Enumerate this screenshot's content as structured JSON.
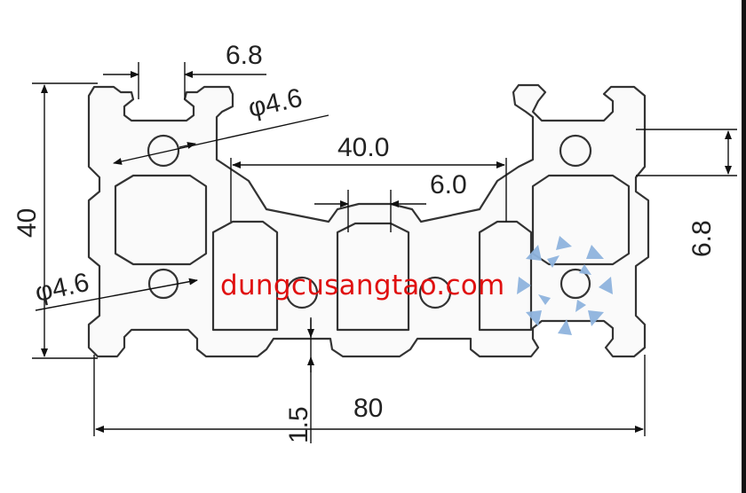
{
  "dimensions": {
    "slot_width_top": "6.8",
    "hole_dia_top": "φ4.6",
    "hole_dia_left": "φ4.6",
    "center_distance": "40.0",
    "slot_width_middle": "6.0",
    "height": "40",
    "slot_width_right": "6.8",
    "wall_thickness": "1.5",
    "width": "80"
  },
  "watermark": {
    "text": "dungcusangtao.com",
    "color": "#e01010",
    "logo_color": "#8fb4de"
  }
}
